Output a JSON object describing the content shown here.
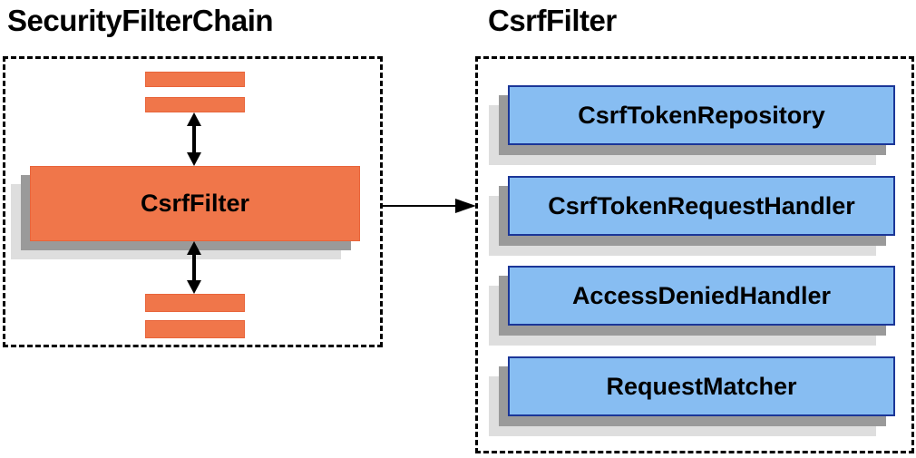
{
  "left_panel": {
    "title": "SecurityFilterChain",
    "csrf_filter_label": "CsrfFilter"
  },
  "right_panel": {
    "title": "CsrfFilter",
    "components": [
      "CsrfTokenRepository",
      "CsrfTokenRequestHandler",
      "AccessDeniedHandler",
      "RequestMatcher"
    ]
  },
  "colors": {
    "orange": "#F0764A",
    "orange_border": "#E8643A",
    "blue": "#87BDF2",
    "blue_border": "#1B3698",
    "shadow_mid": "#9A9A9A",
    "shadow_light": "#DEDEDE",
    "ink": "#000000",
    "bg": "#FFFFFF"
  }
}
